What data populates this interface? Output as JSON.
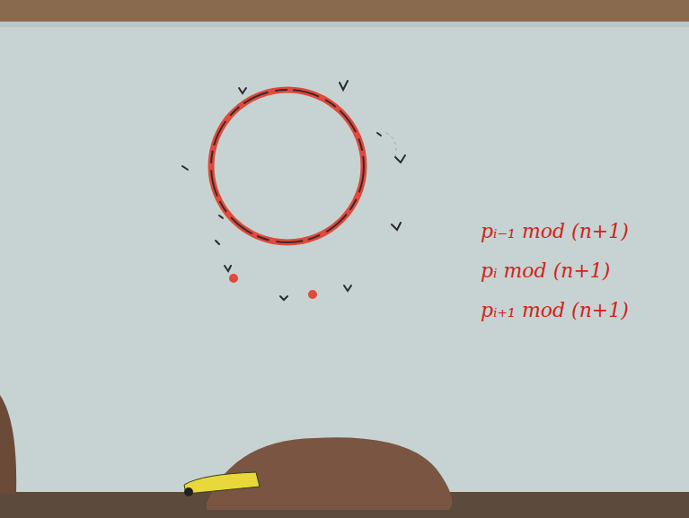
{
  "diagram": {
    "labels": [
      "pᵢ₋₁ mod (n+1)",
      "pᵢ mod (n+1)",
      "pᵢ₊₁ mod (n+1)"
    ]
  }
}
